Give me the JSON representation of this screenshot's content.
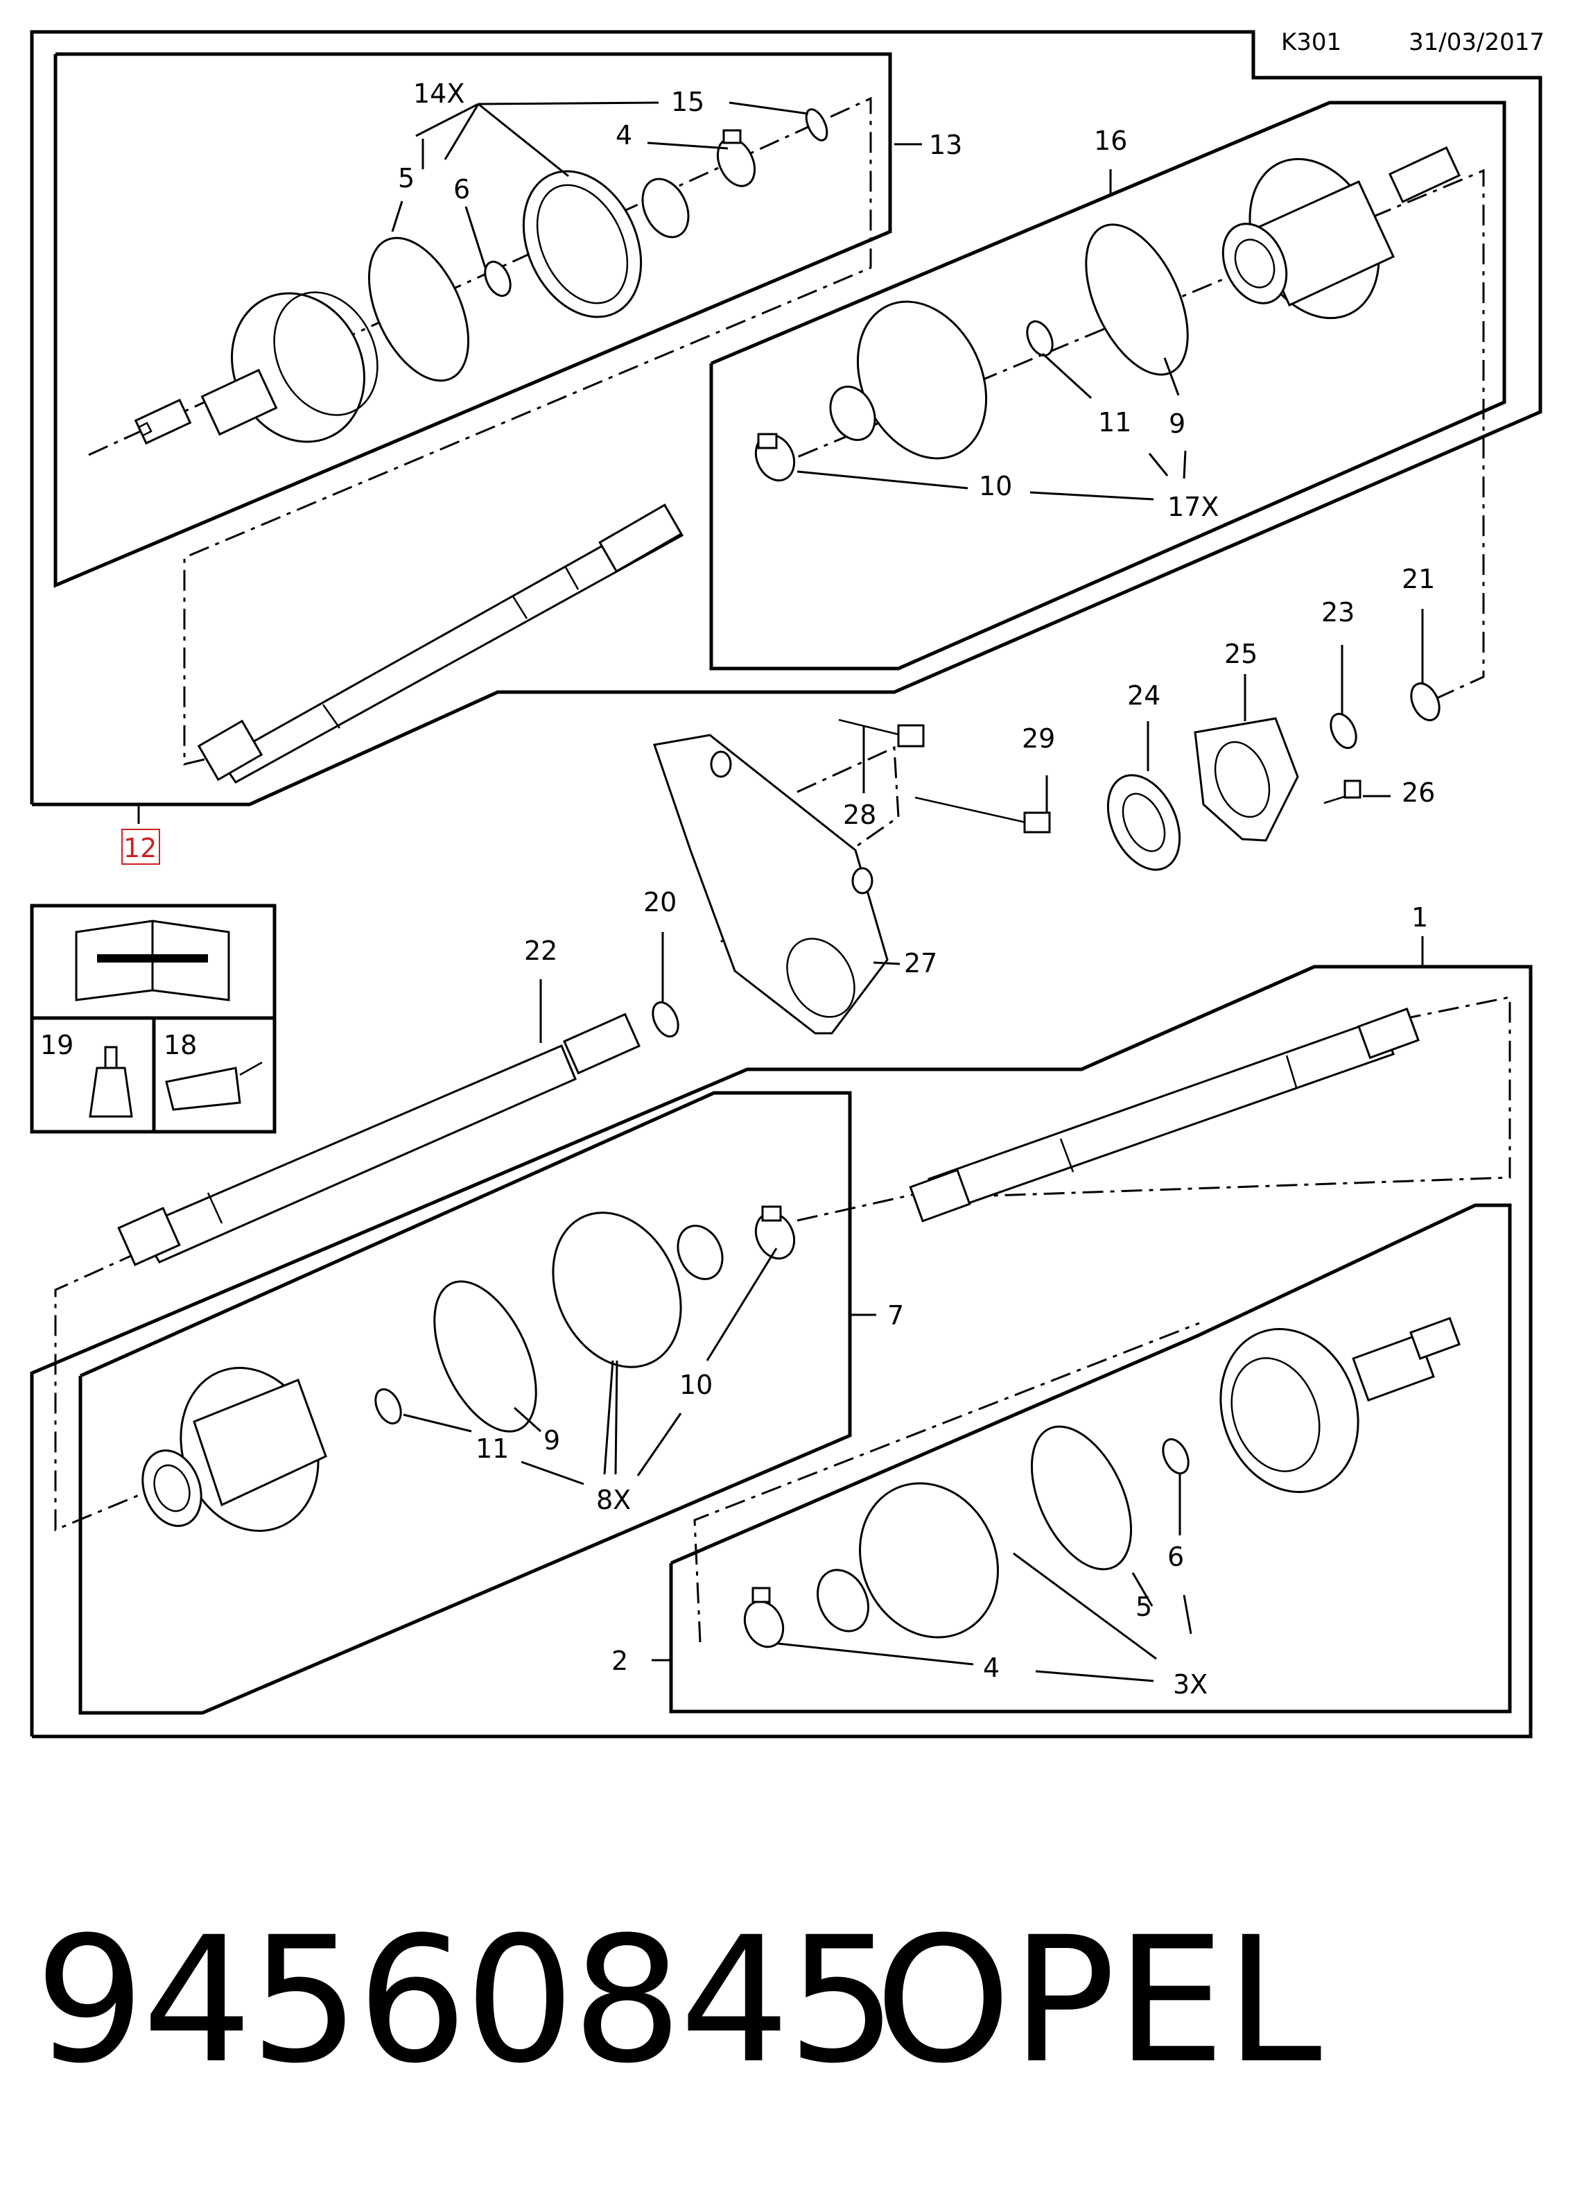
{
  "header": {
    "page_code": "K301",
    "date": "31/03/2017"
  },
  "callouts": {
    "c1": "1",
    "c2": "2",
    "c3x": "3X",
    "c4a": "4",
    "c4b": "4",
    "c5a": "5",
    "c5b": "5",
    "c6a": "6",
    "c6b": "6",
    "c7": "7",
    "c8x": "8X",
    "c9a": "9",
    "c9b": "9",
    "c10a": "10",
    "c10b": "10",
    "c11a": "11",
    "c11b": "11",
    "c12": "12",
    "c13": "13",
    "c14x": "14X",
    "c15": "15",
    "c16": "16",
    "c17x": "17X",
    "c18": "18",
    "c19": "19",
    "c20": "20",
    "c21": "21",
    "c22": "22",
    "c23": "23",
    "c24": "24",
    "c25": "25",
    "c26": "26",
    "c27": "27",
    "c28": "28",
    "c29": "29"
  },
  "highlighted_callout": "12",
  "icons": [
    "service-manual-wrench-icon",
    "adhesive-tube-icon",
    "oil-can-icon"
  ],
  "colors": {
    "line": "#000000",
    "highlight": "#d02020",
    "background": "#ffffff"
  },
  "footer": {
    "part_number": "94560845",
    "make": "OPEL"
  }
}
